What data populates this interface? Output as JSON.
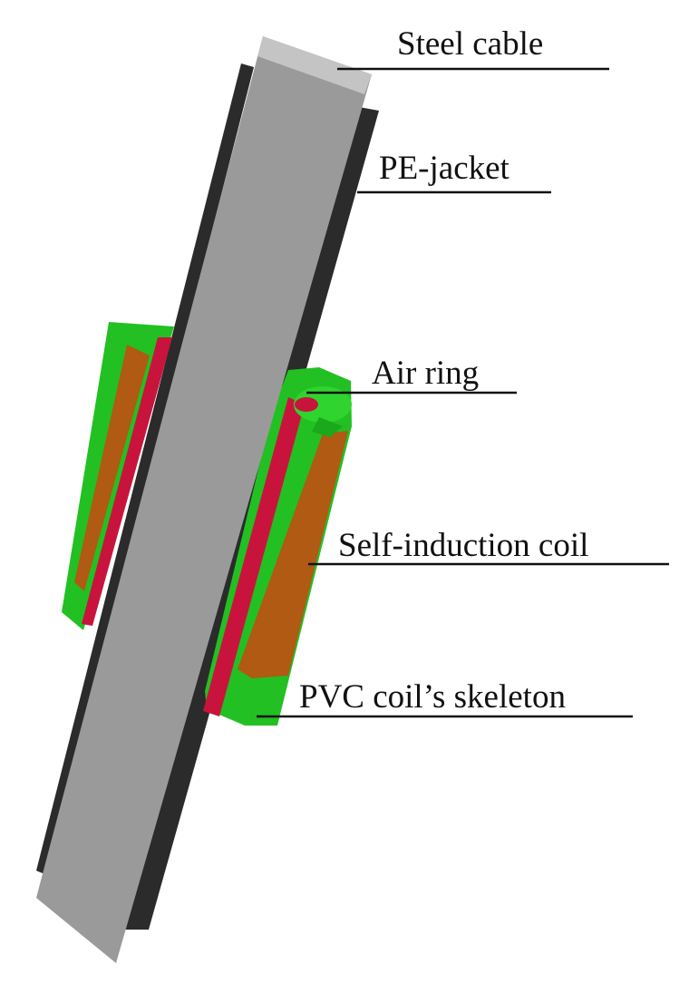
{
  "labels": {
    "steel_cable": "Steel cable",
    "pe_jacket": "PE-jacket",
    "air_ring": "Air ring",
    "self_induction_coil": "Self-induction coil",
    "pvc_skeleton": "PVC coil’s skeleton"
  },
  "colors": {
    "steel": "#9a9a9a",
    "steel_light": "#c4c4c4",
    "jacket": "#2b2b2b",
    "air_ring": "#c8143c",
    "coil": "#b05a14",
    "skeleton": "#22c022",
    "leader": "#111111"
  }
}
